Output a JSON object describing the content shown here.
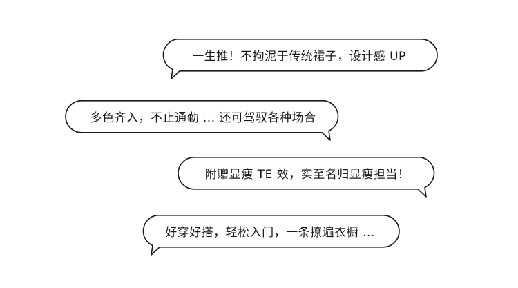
{
  "bubbles": [
    {
      "text": "一生推！不拘泥于传统裙子，设计感 UP"
    },
    {
      "text": "多色齐入，不止通勤 ... 还可驾驭各种场合"
    },
    {
      "text": "附赠显瘦 TE 效，实至名归显瘦担当！"
    },
    {
      "text": "好穿好搭，轻松入门，一条撩遍衣橱 ..."
    }
  ]
}
